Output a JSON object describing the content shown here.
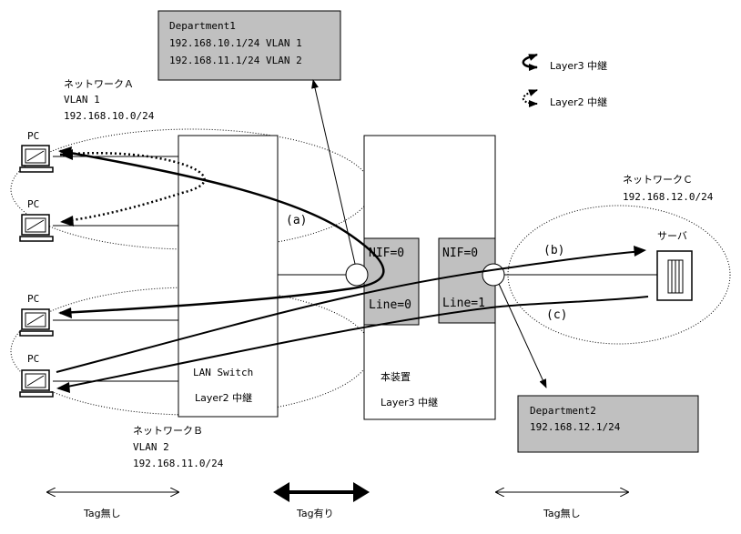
{
  "department1": {
    "title": "Department1",
    "line1": "192.168.10.1/24  VLAN 1",
    "line2": "192.168.11.1/24  VLAN 2"
  },
  "department2": {
    "title": "Department2",
    "line1": "192.168.12.1/24"
  },
  "legend": {
    "layer3": "Layer3 中継",
    "layer2": "Layer2 中継"
  },
  "network_a": {
    "title": "ネットワークＡ",
    "vlan": "VLAN 1",
    "subnet": "192.168.10.0/24"
  },
  "network_b": {
    "title": "ネットワークＢ",
    "vlan": "VLAN 2",
    "subnet": "192.168.11.0/24"
  },
  "network_c": {
    "title": "ネットワークＣ",
    "subnet": "192.168.12.0/24"
  },
  "pcs": [
    "PC",
    "PC",
    "PC",
    "PC"
  ],
  "server": {
    "label": "サーバ"
  },
  "lan_switch": {
    "line1": "LAN Switch",
    "line2": "Layer2 中継"
  },
  "device": {
    "line1": "本装置",
    "line2": "Layer3 中継"
  },
  "port0": {
    "nif": "NIF=0",
    "line": "Line=0"
  },
  "port1": {
    "nif": "NIF=0",
    "line": "Line=1"
  },
  "paths": {
    "a": "(a)",
    "b": "(b)",
    "c": "(c)"
  },
  "bottom": {
    "left": "Tag無し",
    "center": "Tag有り",
    "right": "Tag無し"
  }
}
